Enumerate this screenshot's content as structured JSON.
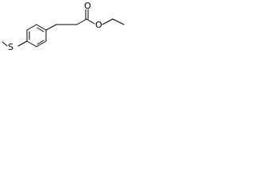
{
  "structure": {
    "atoms": {
      "oxygen_carbonyl": "O",
      "oxygen_ester": "O",
      "sulfur": "S"
    }
  },
  "colors": {
    "bond": "#000000",
    "label": "#000000",
    "background": "#ffffff"
  }
}
